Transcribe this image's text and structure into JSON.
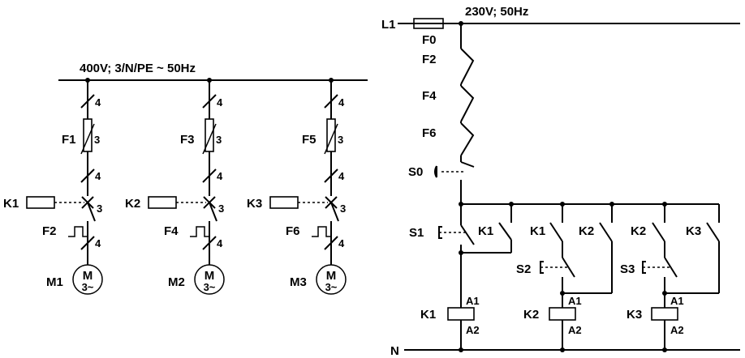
{
  "power_circuit": {
    "supply_label": "400V; 3/N/PE ~ 50Hz",
    "conductor_count": "4",
    "fuse_pole_count": "3",
    "contact_pole_count": "3",
    "branches": [
      {
        "fuse": "F1",
        "contactor": "K1",
        "overload": "F2",
        "motor": "M1"
      },
      {
        "fuse": "F3",
        "contactor": "K2",
        "overload": "F4",
        "motor": "M2"
      },
      {
        "fuse": "F5",
        "contactor": "K3",
        "overload": "F6",
        "motor": "M3"
      }
    ],
    "motor_symbol": "M",
    "motor_phase": "3~"
  },
  "control_circuit": {
    "line_label": "L1",
    "neutral_label": "N",
    "supply_label": "230V; 50Hz",
    "main_fuse": "F0",
    "overload_contacts": [
      "F2",
      "F4",
      "F6"
    ],
    "stop_button": "S0",
    "start_buttons": [
      "S1",
      "S2",
      "S3"
    ],
    "contact_labels": {
      "holding_1": "K1",
      "enable_2": "K1",
      "holding_2": "K2",
      "enable_3": "K2",
      "holding_3": "K3"
    },
    "coils": [
      "K1",
      "K2",
      "K3"
    ],
    "coil_terminal_top": "A1",
    "coil_terminal_bottom": "A2"
  }
}
